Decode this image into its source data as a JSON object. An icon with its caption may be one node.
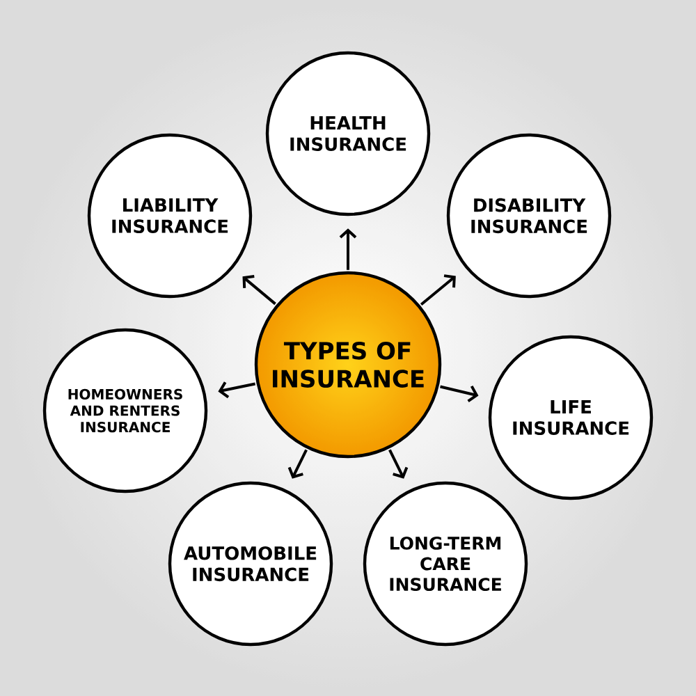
{
  "diagram": {
    "nodes": [
      {
        "text": [
          "HEALTH INSURANCE"
        ]
      },
      {
        "text": [
          "LIABILITY INSURANCE"
        ]
      },
      {
        "text": [
          "DISABILITY INSURANCE"
        ]
      },
      {
        "text": [
          "TYPES OF INSURANCE"
        ]
      },
      {
        "text": [
          "HOMEOWNERS AND RENTERS INSURANCE"
        ]
      },
      {
        "text": [
          "LIFE INSURANCE"
        ]
      },
      {
        "text": [
          "AUTOMOBILE INSURANCE"
        ]
      },
      {
        "text": [
          "LONG-TERM CARE INSURANCE"
        ]
      }
    ],
    "edges": [
      {
        "from": 3,
        "to": 0,
        "arrow": "to"
      },
      {
        "from": 3,
        "to": 1,
        "arrow": "to"
      },
      {
        "from": 3,
        "to": 2,
        "arrow": "to"
      },
      {
        "from": 3,
        "to": 4,
        "arrow": "to"
      },
      {
        "from": 3,
        "to": 5,
        "arrow": "to"
      },
      {
        "from": 3,
        "to": 6,
        "arrow": "to"
      },
      {
        "from": 3,
        "to": 7,
        "arrow": "to"
      }
    ]
  }
}
